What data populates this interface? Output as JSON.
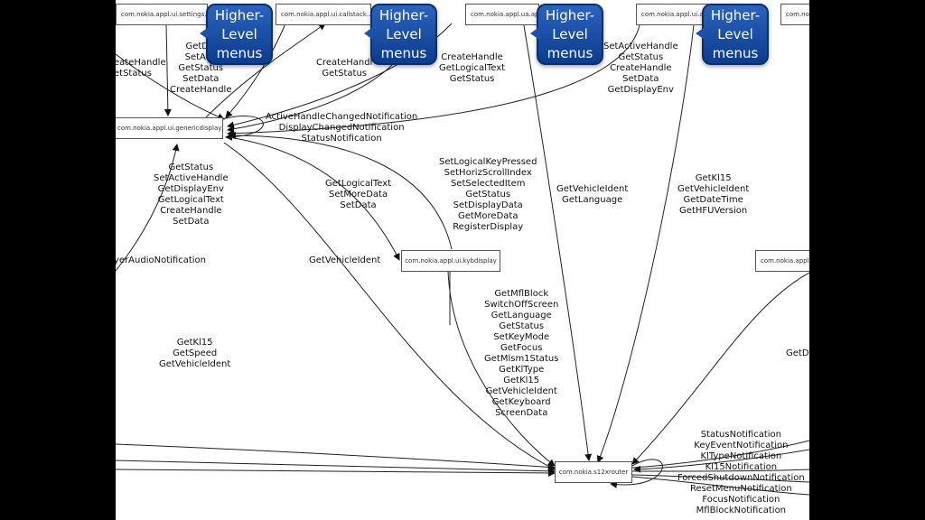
{
  "nodes": {
    "settings": "com.nokia.appl.ui.settings...",
    "callstack": "com.nokia.appl.ui.callstack...",
    "ua": "com.nokia.appl.ua.appl.ui...",
    "ui4": "com.nokia.appl.ui.appl...",
    "ui5": "com.nok...",
    "genericdisplay": "com.nokia.appl.ui.genericdisplay",
    "kybdisplay": "com.nokia.appl.ui.kybdisplay",
    "right": "com.nokia.appl.u...",
    "router": "com.nokia.s12xrouter"
  },
  "callout": {
    "text": [
      "Higher-",
      "Level",
      "menus"
    ],
    "color": "#1d52aa"
  },
  "labels": {
    "g1": [
      "GetDis",
      "SetActi",
      "GetStatus",
      "SetData",
      "CreateHandle"
    ],
    "g2": [
      "eateHandle",
      "etStatus"
    ],
    "g3": [
      "CreateHandl",
      "GetStatus"
    ],
    "g4": [
      "CreateHandle",
      "GetLogicalText",
      "GetStatus"
    ],
    "g5": [
      "SetActiveHandle",
      "GetStatus",
      "CreateHandle",
      "SetData",
      "GetDisplayEnv"
    ],
    "g6": [
      "ActiveHandleChangedNotification",
      "DisplayChangedNotification",
      "StatusNotification"
    ],
    "g7": [
      "GetStatus",
      "SetActiveHandle",
      "GetDisplayEnv",
      "GetLogicalText",
      "CreateHandle",
      "SetData"
    ],
    "g8": [
      "GetLogicalText",
      "SetMoreData",
      "SetData"
    ],
    "g9": [
      "SetLogicalKeyPressed",
      "SetHorizScrollIndex",
      "SetSelectedItem",
      "GetStatus",
      "SetDisplayData",
      "GetMoreData",
      "RegisterDisplay"
    ],
    "g10": [
      "GetVehicleIdent",
      "GetLanguage"
    ],
    "g11": [
      "GetKl15",
      "GetVehicleIdent",
      "GetDateTime",
      "GetHFUVersion"
    ],
    "g12": [
      "yerAudioNotification"
    ],
    "g13": [
      "GetVehicleIdent"
    ],
    "g14": [
      "GetKl15",
      "GetSpeed",
      "GetVehicleIdent"
    ],
    "g15": [
      "GetMflBlock",
      "SwitchOffScreen",
      "GetLanguage",
      "GetStatus",
      "SetKeyMode",
      "GetFocus",
      "GetMlsm1Status",
      "GetKlType",
      "GetKl15",
      "GetVehicleIdent",
      "GetKeyboard",
      "ScreenData"
    ],
    "g16": [
      "GetD"
    ],
    "g17": [
      "StatusNotification",
      "KeyEventNotification",
      "KlTypeNotification",
      "Kl15Notification",
      "ForcedShutdownNotification",
      "ResetMenuNotification",
      "FocusNotification",
      "MflBlockNotification"
    ]
  }
}
